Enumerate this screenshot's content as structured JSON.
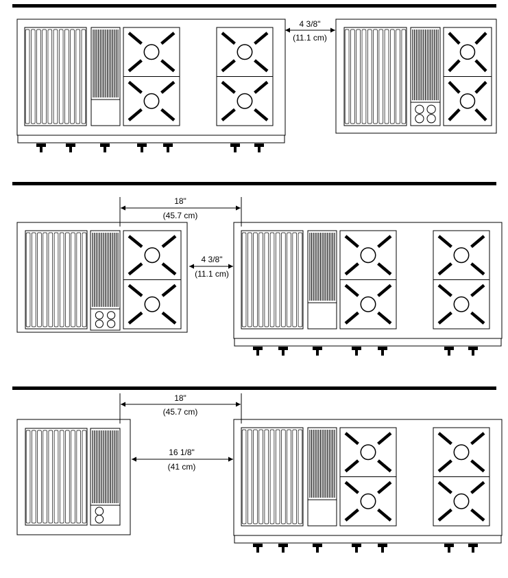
{
  "colors": {
    "ink": "#000000",
    "paper": "#ffffff"
  },
  "dimensions": {
    "gap_small": {
      "imperial": "4 3/8\"",
      "metric": "(11.1 cm)"
    },
    "offset_18": {
      "imperial": "18\"",
      "metric": "(45.7 cm)"
    },
    "gap_large": {
      "imperial": "16 1/8\"",
      "metric": "(41 cm)"
    }
  },
  "icons": [
    "grill-grates-icon",
    "griddle-icon",
    "gas-burner-icon",
    "control-knob-icon",
    "electric-element-icon"
  ]
}
